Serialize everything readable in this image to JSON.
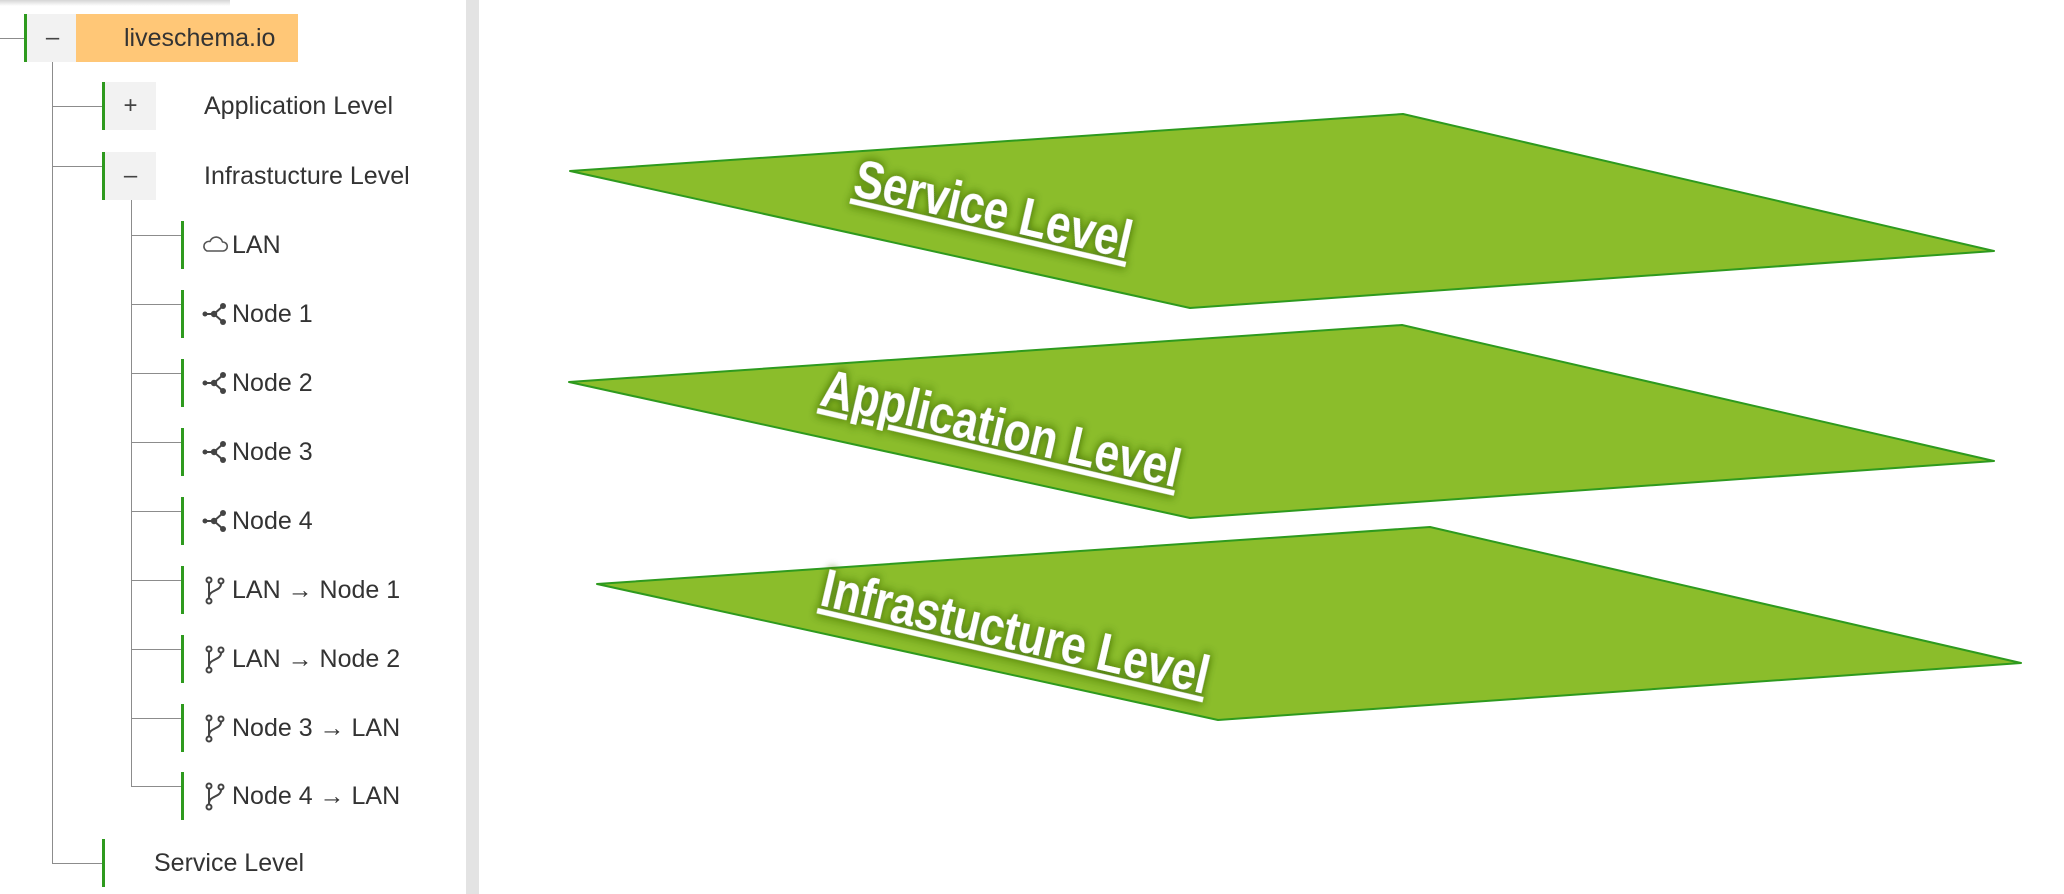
{
  "tree": {
    "root": {
      "label": "liveschema.io",
      "toggle": "–"
    },
    "nodes": [
      {
        "label": "Application Level",
        "toggle": "+"
      },
      {
        "label": "Infrastucture Level",
        "toggle": "–"
      },
      {
        "label": "Service Level"
      }
    ],
    "infra_children": [
      {
        "icon": "cloud-icon",
        "label": "LAN"
      },
      {
        "icon": "node-icon",
        "label": "Node 1"
      },
      {
        "icon": "node-icon",
        "label": "Node 2"
      },
      {
        "icon": "node-icon",
        "label": "Node 3"
      },
      {
        "icon": "node-icon",
        "label": "Node 4"
      },
      {
        "icon": "branch-icon",
        "label": "LAN → Node 1"
      },
      {
        "icon": "branch-icon",
        "label": "LAN → Node 2"
      },
      {
        "icon": "branch-icon",
        "label": "Node 3 → LAN"
      },
      {
        "icon": "branch-icon",
        "label": "Node 4 → LAN"
      }
    ]
  },
  "stage": {
    "planes": [
      {
        "label": "Service Level"
      },
      {
        "label": "Application Level"
      },
      {
        "label": "Infrastucture Level"
      }
    ]
  },
  "colors": {
    "plane_fill": "#8bbd2b",
    "plane_edge": "#2e9a1e",
    "selection": "#ffc777",
    "tree_bar": "#2e9a1e"
  }
}
